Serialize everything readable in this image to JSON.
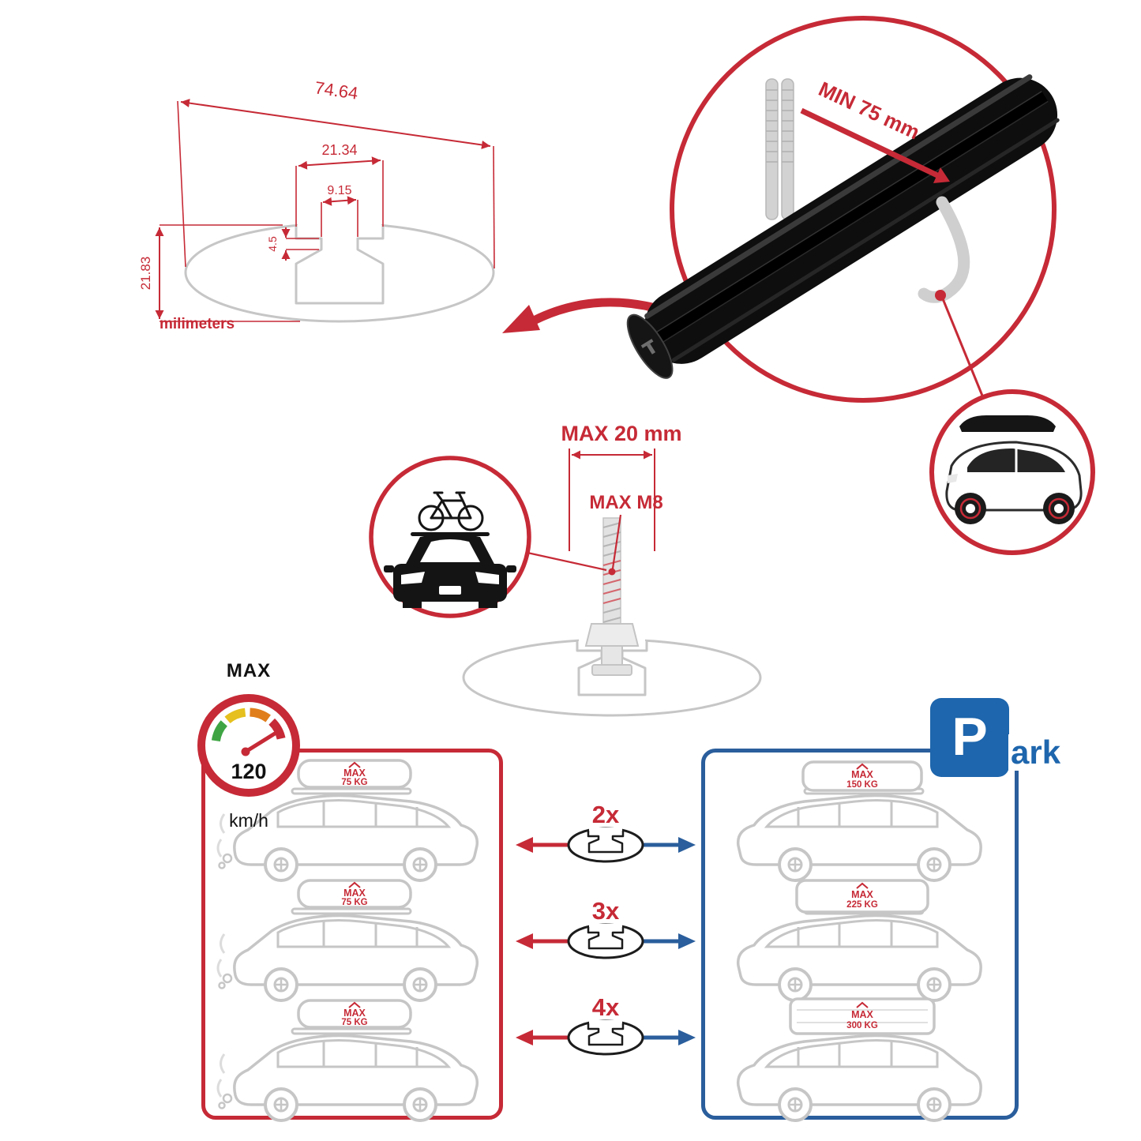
{
  "colors": {
    "red": "#C62A36",
    "blue": "#2A5E9C",
    "sign_blue": "#1E66AD",
    "light_gray": "#C6C6C6",
    "black": "#111111"
  },
  "profile_dimensions": {
    "total_width": "74.64",
    "slot_outer_width": "21.34",
    "slot_inner_width": "9.15",
    "lip_depth": "4.5",
    "total_height": "21.83",
    "units_label": "milimeters"
  },
  "clamp_detail": {
    "min_grip_label": "MIN 75 mm"
  },
  "bolt_detail": {
    "max_length_label": "MAX 20 mm",
    "max_thread_label": "MAX M8"
  },
  "speed_limit": {
    "heading": "MAX",
    "value": "120",
    "unit": "km/h"
  },
  "load_comparison": {
    "multipliers": [
      {
        "label": "2x"
      },
      {
        "label": "3x"
      },
      {
        "label": "4x"
      }
    ],
    "single_bar_loads": [
      {
        "max_label": "MAX",
        "weight": "75 KG"
      },
      {
        "max_label": "MAX",
        "weight": "75 KG"
      },
      {
        "max_label": "MAX",
        "weight": "75 KG"
      }
    ],
    "multi_bar_loads": [
      {
        "max_label": "MAX",
        "weight": "150 KG"
      },
      {
        "max_label": "MAX",
        "weight": "225 KG"
      },
      {
        "max_label": "MAX",
        "weight": "300 KG"
      }
    ],
    "park_sign": {
      "p": "P",
      "suffix": "ark"
    }
  }
}
